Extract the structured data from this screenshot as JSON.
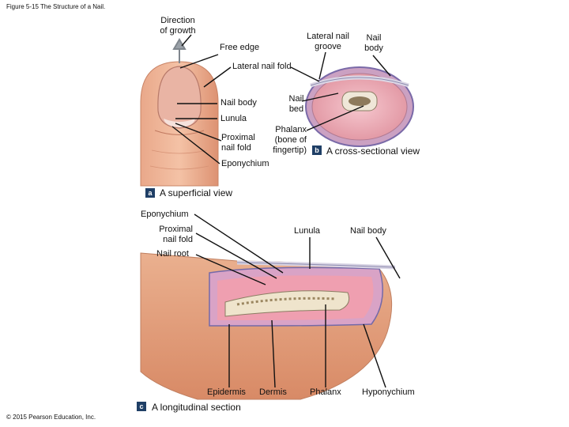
{
  "figure_title": "Figure 5-15 The Structure of a Nail.",
  "copyright": "© 2015 Pearson Education, Inc.",
  "panel_a": {
    "badge": "a",
    "caption": "A superficial view",
    "labels": {
      "direction_1": "Direction",
      "direction_2": "of growth",
      "free_edge": "Free edge",
      "lateral_nail_fold": "Lateral nail fold",
      "nail_body": "Nail body",
      "lunula": "Lunula",
      "proximal_1": "Proximal",
      "proximal_2": "nail fold",
      "eponychium": "Eponychium"
    }
  },
  "panel_b": {
    "badge": "b",
    "caption": "A cross-sectional view",
    "labels": {
      "groove_1": "Lateral nail",
      "groove_2": "groove",
      "nail_body_1": "Nail",
      "nail_body_2": "body",
      "nail_bed_1": "Nail",
      "nail_bed_2": "bed",
      "phalanx_1": "Phalanx",
      "phalanx_2": "(bone of",
      "phalanx_3": "fingertip)"
    }
  },
  "panel_c": {
    "badge": "c",
    "caption": "A longitudinal section",
    "labels": {
      "eponychium": "Eponychium",
      "proximal_1": "Proximal",
      "proximal_2": "nail fold",
      "nail_root": "Nail root",
      "lunula": "Lunula",
      "nail_body": "Nail body",
      "epidermis": "Epidermis",
      "dermis": "Dermis",
      "phalanx": "Phalanx",
      "hyponychium": "Hyponychium"
    }
  }
}
